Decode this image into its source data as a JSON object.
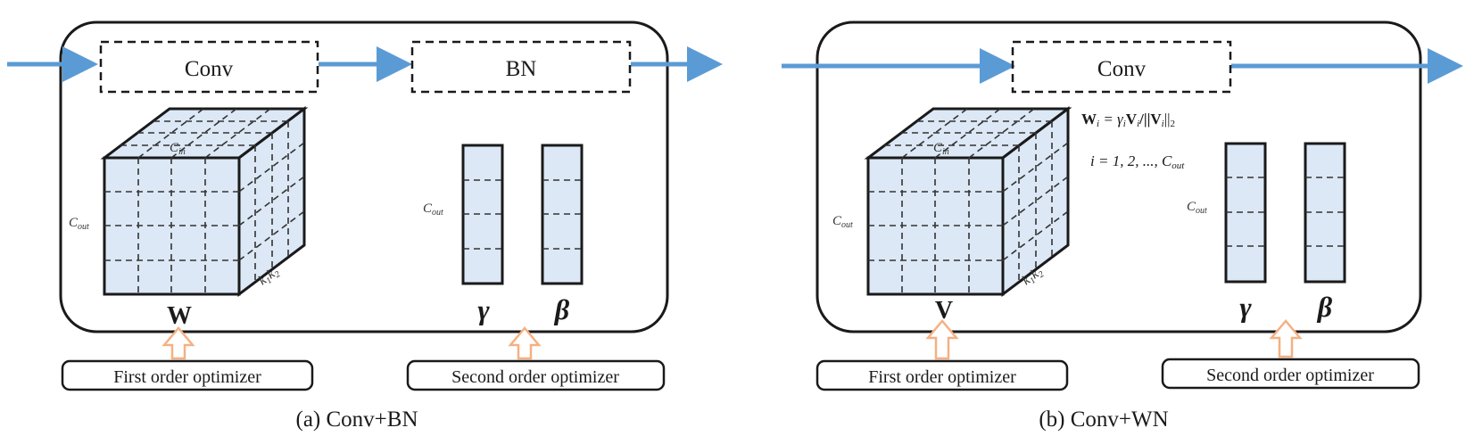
{
  "panel_a": {
    "caption": "(a) Conv+BN",
    "conv_label": "Conv",
    "bn_label": "BN",
    "weight_symbol": "W",
    "c_in": "C",
    "c_in_sub": "in",
    "c_out": "C",
    "c_out_sub": "out",
    "c_out_gamma": "C",
    "c_out_gamma_sub": "out",
    "kernel_k1": "k",
    "kernel_k1_sub": "1",
    "kernel_k2": "k",
    "kernel_k2_sub": "2",
    "gamma_symbol": "γ",
    "beta_symbol": "β",
    "first_optimizer": "First order optimizer",
    "second_optimizer": "Second order optimizer"
  },
  "panel_b": {
    "caption": "(b) Conv+WN",
    "conv_label": "Conv",
    "weight_symbol": "V",
    "c_in": "C",
    "c_in_sub": "in",
    "c_out": "C",
    "c_out_sub": "out",
    "c_out_gamma": "C",
    "c_out_gamma_sub": "out",
    "kernel_k1": "k",
    "kernel_k1_sub": "1",
    "kernel_k2": "k",
    "kernel_k2_sub": "2",
    "formula_line1": "W",
    "formula_line1_sub": "i",
    "formula_line1_rest": " = γ",
    "formula_line1_rest_sub": "i",
    "formula_line1_v": "V",
    "formula_line1_v_sub": "i",
    "formula_line1_norm": "/||V",
    "formula_line1_norm_sub": "i",
    "formula_line1_end": "||",
    "formula_line1_end_sub": "2",
    "formula_line2": "i = 1, 2, ..., C",
    "formula_line2_sub": "out",
    "gamma_symbol": "γ",
    "beta_symbol": "β",
    "first_optimizer": "First order optimizer",
    "second_optimizer": "Second order optimizer"
  },
  "colors": {
    "arrow_blue": "#5b9bd5",
    "cube_fill": "#dce8f5",
    "optimizer_arrow": "#f4b183",
    "stroke": "#1a1a1a"
  }
}
